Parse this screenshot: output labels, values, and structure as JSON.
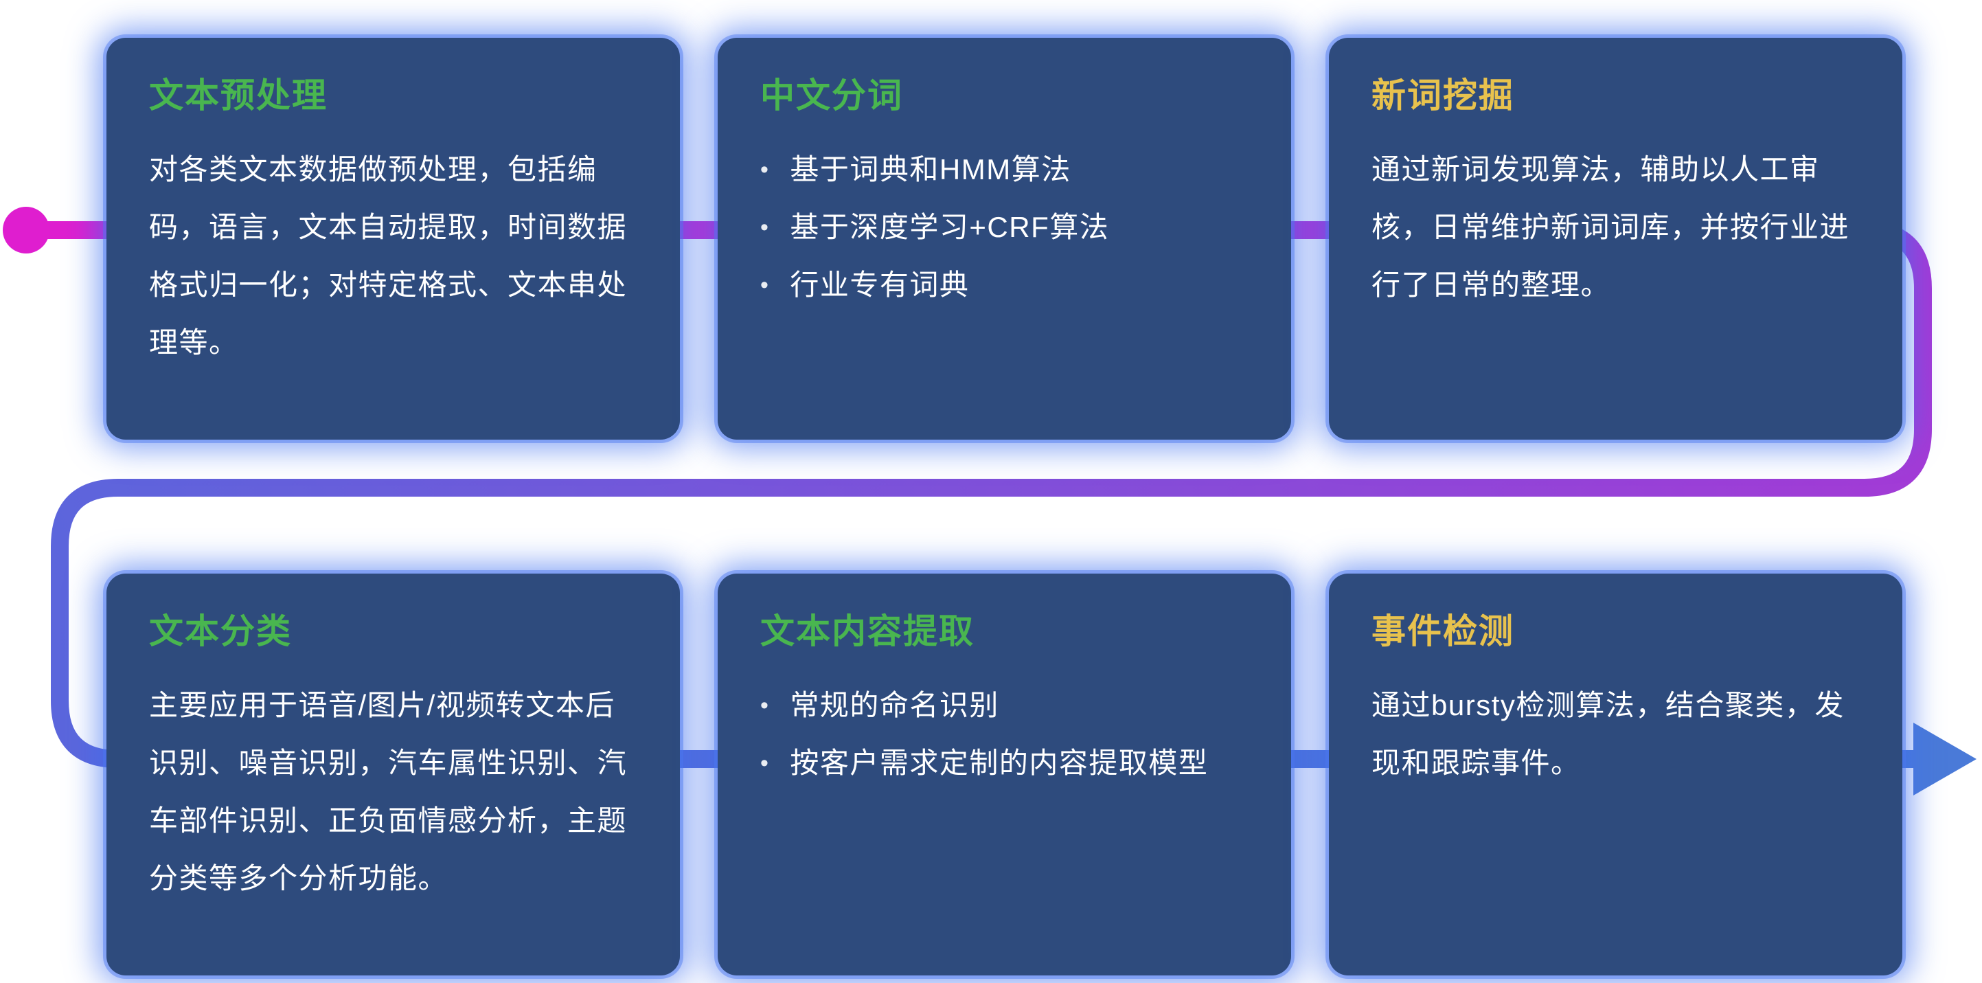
{
  "cards": [
    {
      "title": "文本预处理",
      "title_color": "#49b64f",
      "type": "paragraph",
      "body": "对各类文本数据做预处理，包括编码，语言，文本自动提取，时间数据格式归一化；对特定格式、文本串处理等。"
    },
    {
      "title": "中文分词",
      "title_color": "#49b64f",
      "type": "bullets",
      "items": [
        "基于词典和HMM算法",
        "基于深度学习+CRF算法",
        "行业专有词典"
      ]
    },
    {
      "title": "新词挖掘",
      "title_color": "#e8c24d",
      "type": "paragraph",
      "body": "通过新词发现算法，辅助以人工审核，日常维护新词词库，并按行业进行了日常的整理。"
    },
    {
      "title": "文本分类",
      "title_color": "#49b64f",
      "type": "paragraph",
      "body": "主要应用于语音/图片/视频转文本后识别、噪音识别，汽车属性识别、汽车部件识别、正负面情感分析，主题分类等多个分析功能。"
    },
    {
      "title": "文本内容提取",
      "title_color": "#49b64f",
      "type": "bullets",
      "items": [
        "常规的命名识别",
        "按客户需求定制的内容提取模型"
      ]
    },
    {
      "title": "事件检测",
      "title_color": "#e8c24d",
      "type": "paragraph",
      "body": "通过bursty检测算法，结合聚类，发现和跟踪事件。"
    }
  ],
  "icons": {
    "bullet": "•",
    "flow_start": "circle-dot",
    "flow_end": "arrow-right"
  },
  "colors": {
    "page_bg": "#ffffff",
    "card_bg": "#2e4b7d",
    "card_glow": "#3f6ff0",
    "title_green": "#49b64f",
    "title_yellow": "#e8c24d",
    "body_text": "#ffffff",
    "flow_magenta": "#df1ecf",
    "flow_purple": "#a43ad6",
    "flow_blue_purple": "#5b66dc",
    "flow_blue": "#4a7ad8"
  }
}
